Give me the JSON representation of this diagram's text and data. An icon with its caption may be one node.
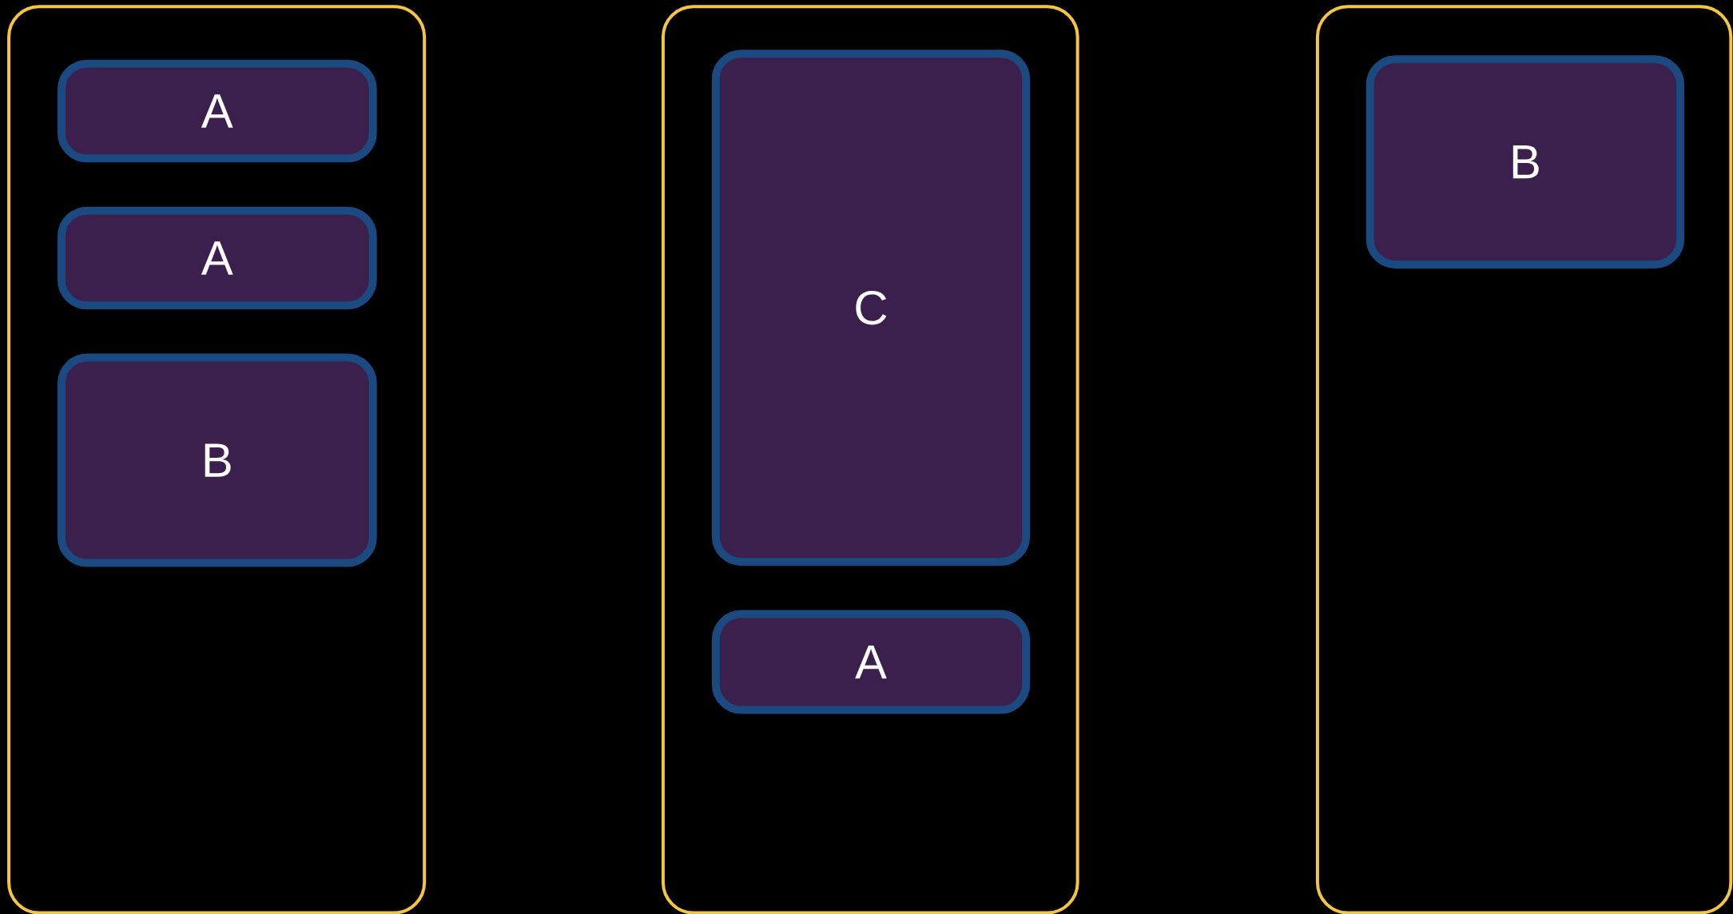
{
  "diagram": {
    "nodes": [
      {
        "text": [],
        "shape": "box"
      },
      {
        "text": [
          "A"
        ],
        "in": 0
      },
      {
        "text": [
          "A"
        ],
        "in": 0
      },
      {
        "text": [
          "B"
        ],
        "in": 0
      },
      {
        "text": [],
        "shape": "box"
      },
      {
        "text": [
          "C"
        ],
        "in": 4
      },
      {
        "text": [
          "A"
        ],
        "in": 4
      },
      {
        "text": [],
        "shape": "box"
      },
      {
        "text": [
          "B"
        ],
        "in": 7
      }
    ]
  }
}
